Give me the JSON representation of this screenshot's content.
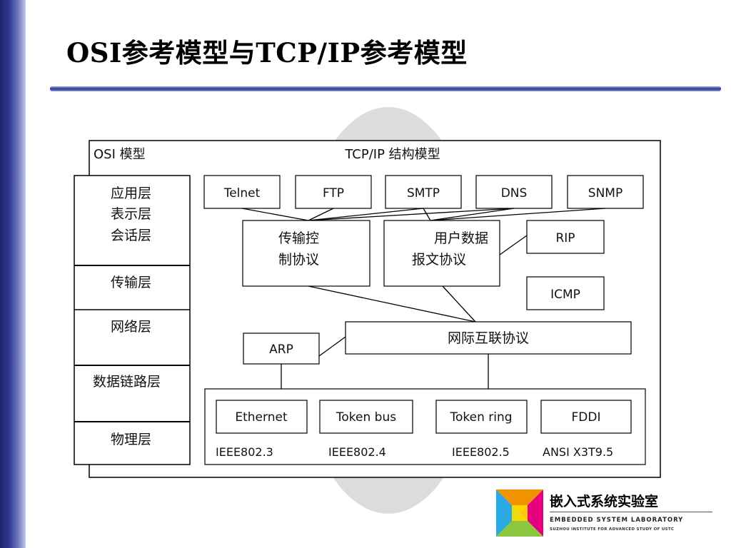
{
  "slide": {
    "title": "OSI参考模型与TCP/IP参考模型"
  },
  "diagram": {
    "osi_header": "OSI 模型",
    "tcpip_header": "TCP/IP 结构模型",
    "osi_layers": {
      "application": "应用层",
      "presentation": "表示层",
      "session": "会话层",
      "transport": "传输层",
      "network": "网络层",
      "datalink": "数据链路层",
      "physical": "物理层"
    },
    "app_protocols": [
      "Telnet",
      "FTP",
      "SMTP",
      "DNS",
      "SNMP"
    ],
    "tcp": {
      "line1": "传输控",
      "line2": "制协议"
    },
    "udp": {
      "line1": "用户数据",
      "line2": "报文协议"
    },
    "rip": "RIP",
    "icmp": "ICMP",
    "ip": "网际互联协议",
    "arp": "ARP",
    "link_boxes": [
      "Ethernet",
      "Token bus",
      "Token ring",
      "FDDI"
    ],
    "link_standards": [
      "IEEE802.3",
      "IEEE802.4",
      "IEEE802.5",
      "ANSI X3T9.5"
    ]
  },
  "logo": {
    "name_cn": "嵌入式系统实验室",
    "name_en": "EMBEDDED SYSTEM LABORATORY",
    "subtitle": "SUZHOU INSTITUTE FOR ADVANCED STUDY OF USTC",
    "colors": {
      "left": "#29a9e0",
      "top": "#f29200",
      "right": "#e6007e",
      "bottom": "#8cc63f",
      "center": "#ffde00"
    }
  },
  "theme": {
    "accent": "#2b3a90"
  }
}
